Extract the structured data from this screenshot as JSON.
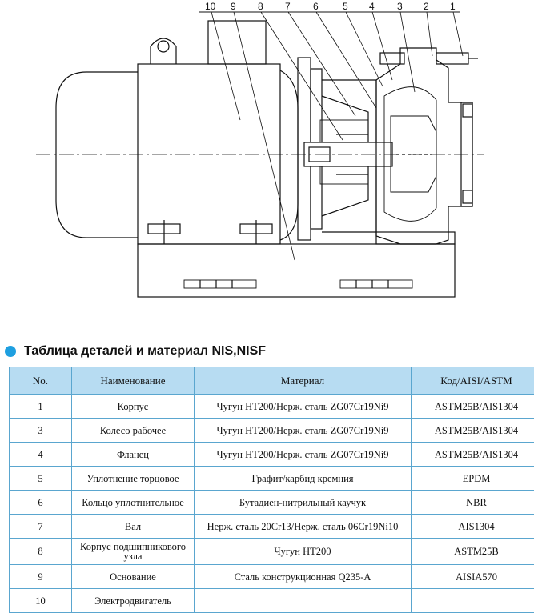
{
  "drawing": {
    "callouts": [
      "10",
      "9",
      "8",
      "7",
      "6",
      "5",
      "4",
      "3",
      "2",
      "1"
    ]
  },
  "section_title": "Таблица деталей и материал  NIS,NISF",
  "table": {
    "headers": [
      "No.",
      "Наименование",
      "Материал",
      "Код/AISI/ASTM"
    ],
    "rows": [
      [
        "1",
        "Корпус",
        "Чугун HT200/Нерж. сталь ZG07Cr19Ni9",
        "ASTM25B/AIS1304"
      ],
      [
        "3",
        "Колесо рабочее",
        "Чугун HT200/Нерж. сталь ZG07Cr19Ni9",
        "ASTM25B/AIS1304"
      ],
      [
        "4",
        "Фланец",
        "Чугун HT200/Нерж. сталь ZG07Cr19Ni9",
        "ASTM25B/AIS1304"
      ],
      [
        "5",
        "Уплотнение торцовое",
        "Графит/карбид кремния",
        "EPDM"
      ],
      [
        "6",
        "Кольцо уплотнительное",
        "Бутадиен-нитрильный каучук",
        "NBR"
      ],
      [
        "7",
        "Вал",
        "Нерж. сталь 20Cr13/Нерж. сталь 06Cr19Ni10",
        "AIS1304"
      ],
      [
        "8",
        "Корпус подшипникового узла",
        "Чугун HT200",
        "ASTM25B"
      ],
      [
        "9",
        "Основание",
        "Сталь конструкционная Q235-A",
        "AISIA570"
      ],
      [
        "10",
        "Электродвигатель",
        "",
        ""
      ]
    ]
  }
}
